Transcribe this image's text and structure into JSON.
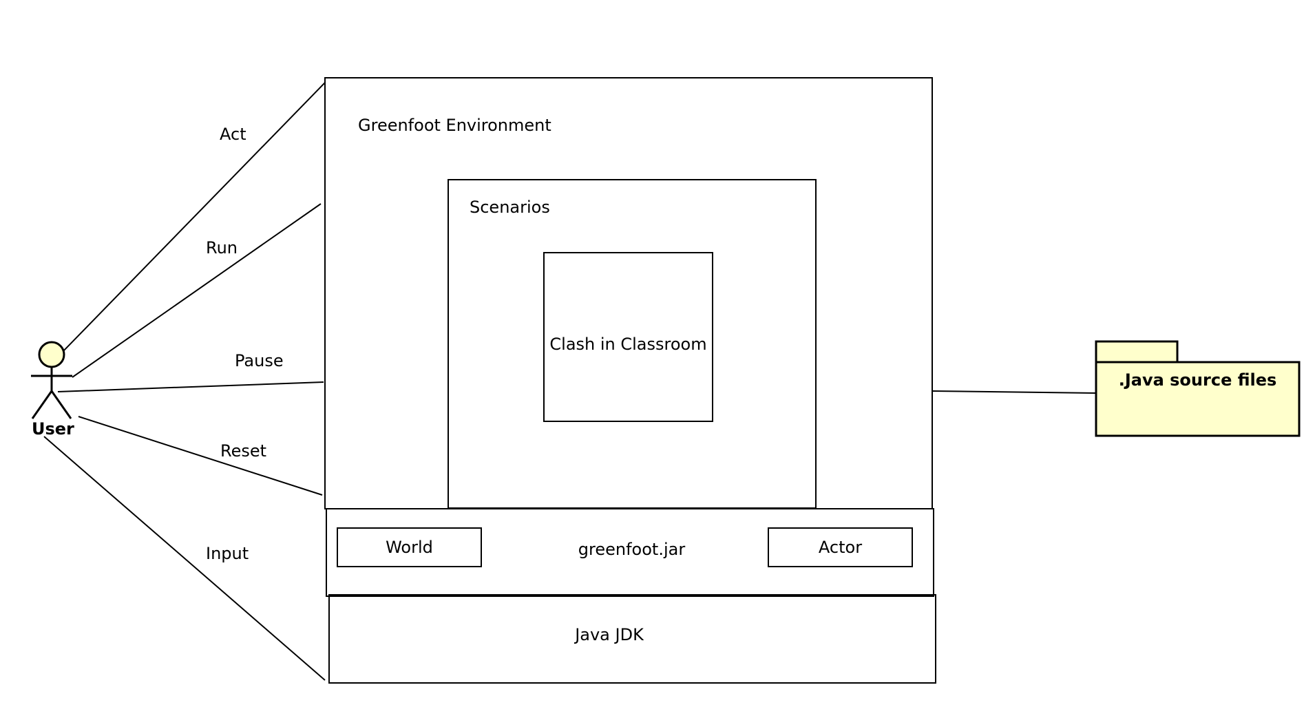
{
  "actor": {
    "name": "User",
    "fill": "#FFFFCC"
  },
  "associations": [
    {
      "id": "act",
      "label": "Act"
    },
    {
      "id": "run",
      "label": "Run"
    },
    {
      "id": "pause",
      "label": "Pause"
    },
    {
      "id": "reset",
      "label": "Reset"
    },
    {
      "id": "input",
      "label": "Input"
    }
  ],
  "greenfoot_environment": {
    "title": "Greenfoot Environment"
  },
  "scenarios": {
    "title": "Scenarios"
  },
  "clash": {
    "title": "Clash in Classroom"
  },
  "greenfoot_jar": {
    "title": "greenfoot.jar",
    "world": "World",
    "actor": "Actor"
  },
  "java_jdk": {
    "title": "Java JDK"
  },
  "package": {
    "title": ".Java source files",
    "fill": "#FFFFCC"
  }
}
